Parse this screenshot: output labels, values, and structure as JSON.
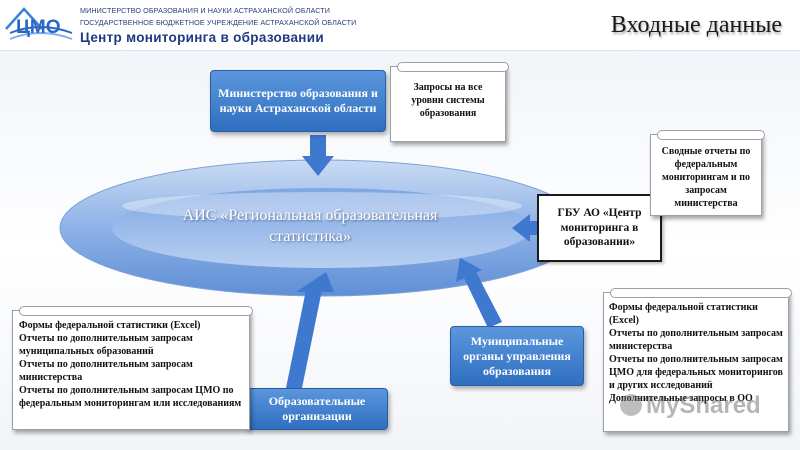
{
  "header": {
    "logo_letters": "ЦМО",
    "org_line1": "МИНИСТЕРСТВО ОБРАЗОВАНИЯ И НАУКИ АСТРАХАНСКОЙ ОБЛАСТИ",
    "org_line2": "ГОСУДАРСТВЕННОЕ БЮДЖЕТНОЕ УЧРЕЖДЕНИЕ АСТРАХАНСКОЙ ОБЛАСТИ",
    "org_line3": "Центр мониторинга в образовании"
  },
  "title": "Входные данные",
  "ais": {
    "label": "АИС «Региональная образовательная статистика»"
  },
  "nodes": {
    "ministry": "Министерство образования и науки Астраханской области",
    "cmo": "ГБУ АО «Центр мониторинга в образовании»",
    "municipal": "Муниципальные органы управления образования",
    "schools": "Образовательные организации"
  },
  "notes": {
    "ministry": "Запросы на все уровни системы образования",
    "cmo": "Сводные отчеты по федеральным мониторингам и по запросам министерства",
    "schools": [
      "Формы федеральной статистики (Excel)",
      "Отчеты по дополнительным запросам муниципальных образований",
      "Отчеты по дополнительным запросам министерства",
      "Отчеты по дополнительным запросам ЦМО по федеральным мониторингам или исследованиям"
    ],
    "municipal": [
      "Формы федеральной статистики (Excel)",
      "Отчеты по дополнительным запросам министерства",
      "Отчеты по дополнительным запросам ЦМО для федеральных мониторингов и других исследований",
      "Дополнительные запросы в ОО"
    ]
  },
  "watermark": "MyShared",
  "colors": {
    "ring": "#8eb1e6",
    "arrow": "#3e78cf",
    "node": "#3a7fd0",
    "header_text": "#1f3a82"
  }
}
